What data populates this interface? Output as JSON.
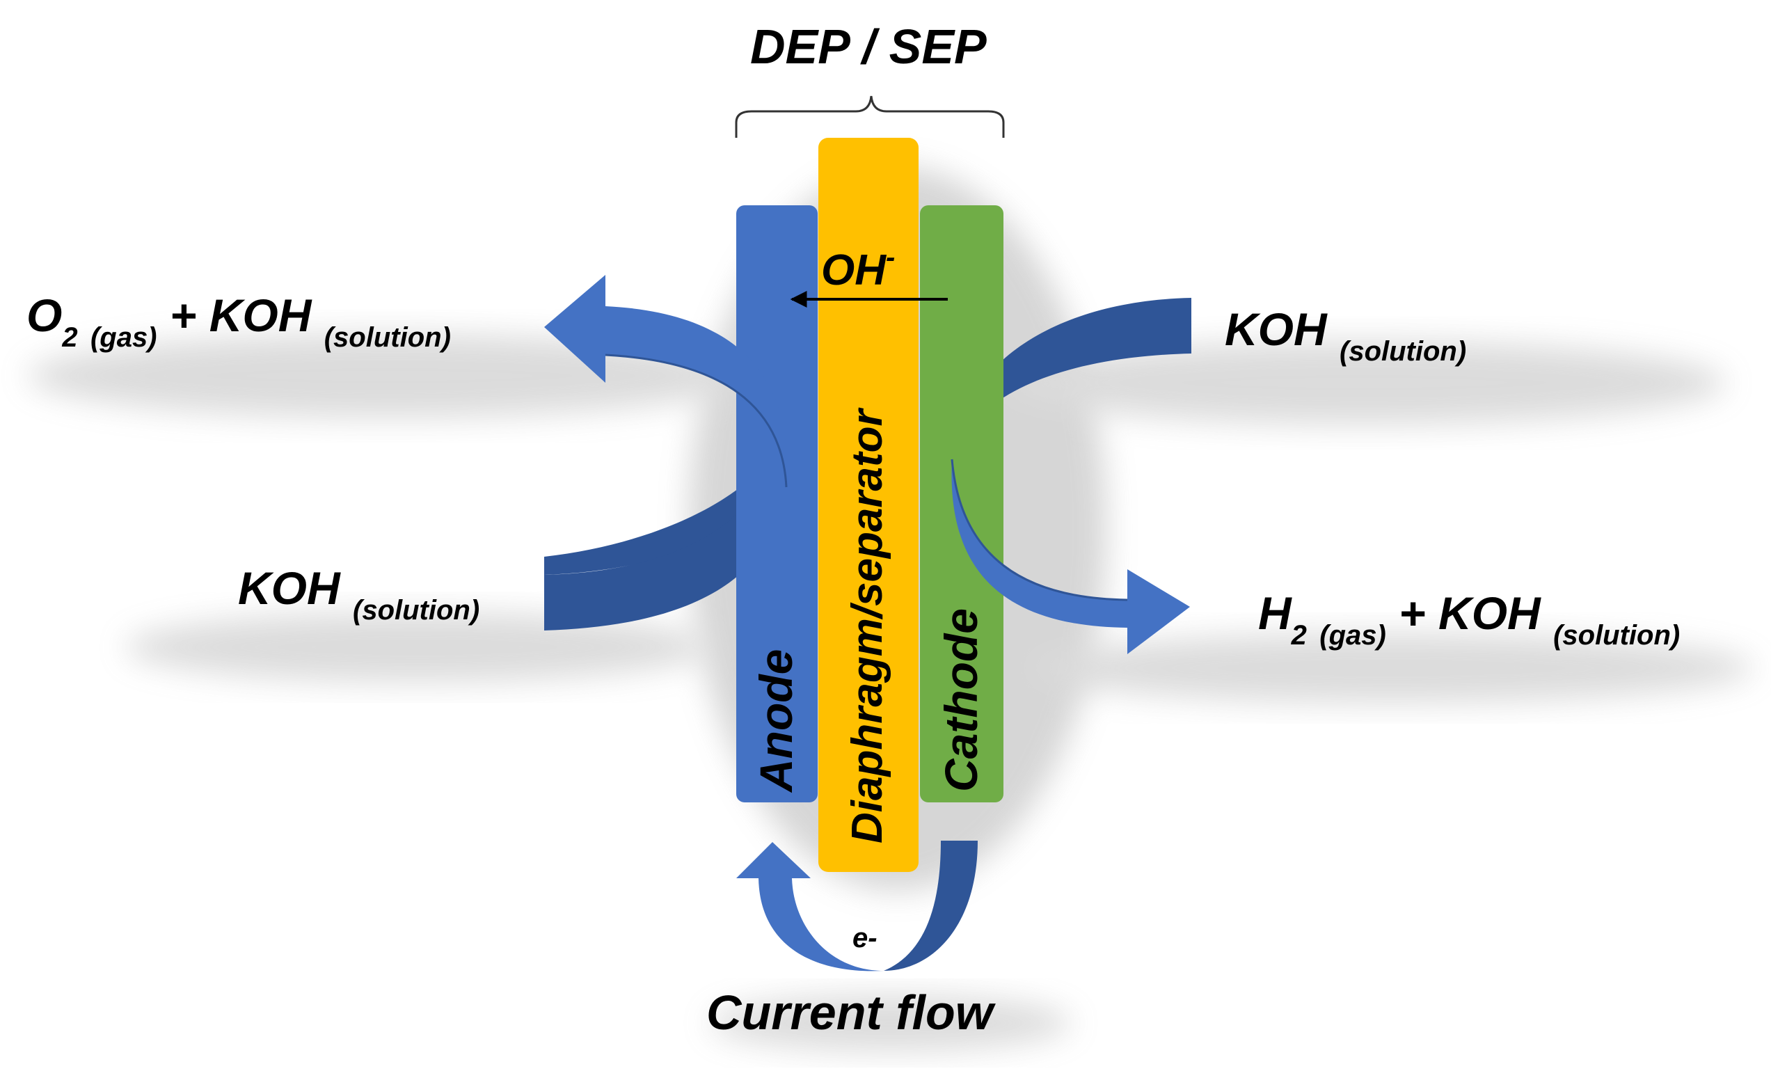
{
  "header": {
    "title": "DEP / SEP"
  },
  "components": {
    "anode": "Anode",
    "separator": "Diaphragm/separator",
    "cathode": "Cathode"
  },
  "ion": {
    "base": "OH",
    "charge": "-"
  },
  "left_out": {
    "o": "O",
    "o_sub": "2",
    "gas": "(gas)",
    "plus": " + KOH ",
    "solution": "(solution)"
  },
  "left_in": {
    "koh": "KOH ",
    "solution": "(solution)"
  },
  "right_in": {
    "koh": "KOH ",
    "solution": "(solution)"
  },
  "right_out": {
    "h": "H",
    "h_sub": "2",
    "gas": "(gas)",
    "plus": " + KOH ",
    "solution": "(solution)"
  },
  "current": {
    "electron": "e-",
    "label": "Current flow"
  },
  "colors": {
    "anode": "#4472C4",
    "separator": "#FFC000",
    "cathode": "#70AD47",
    "arrow_front": "#4472C4",
    "arrow_back": "#2F5597"
  }
}
